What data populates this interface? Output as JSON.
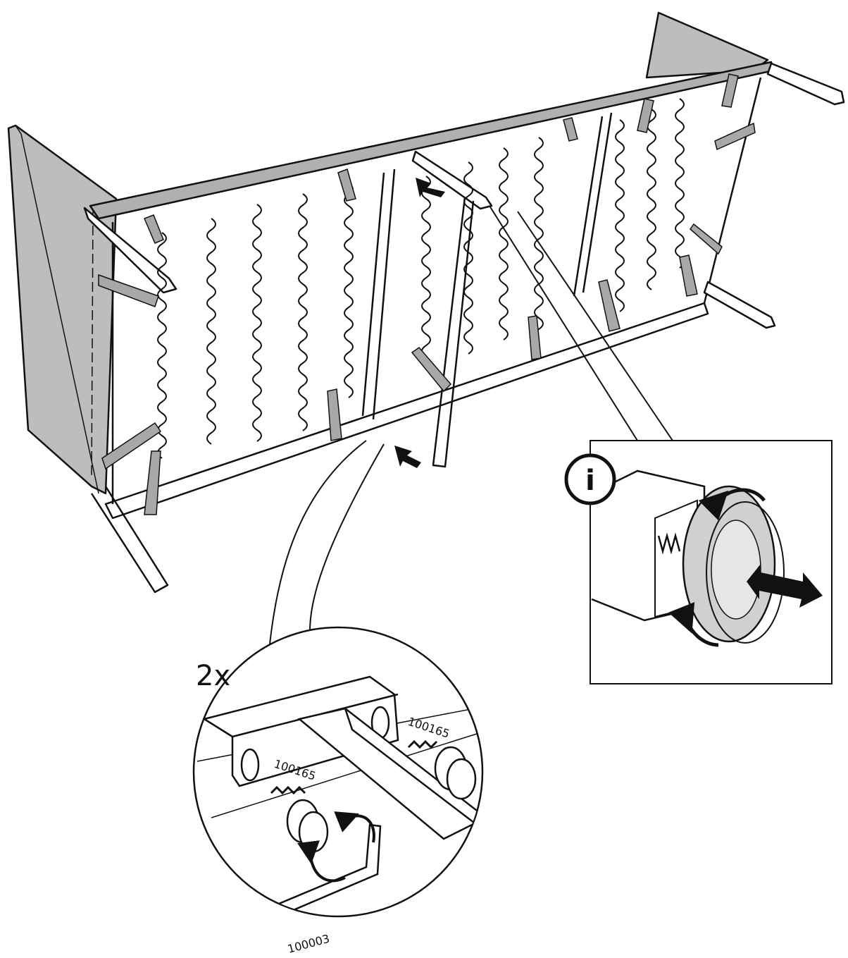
{
  "instruction": {
    "quantity_label": "2x",
    "parts": {
      "bolt_left": "100165",
      "bolt_right": "100165",
      "allen_key": "100003"
    },
    "info_symbol": "i"
  },
  "colors": {
    "stroke": "#111111",
    "panel_gray": "#b9b9b9",
    "strap_gray": "#a8a8a8",
    "glide_gray": "#d0d0d0",
    "bg": "#ffffff"
  },
  "icons": {
    "info": "info-circle-icon",
    "arrow_push": "insert-arrow-icon",
    "rotate": "rotate-arrow-icon",
    "adjust": "double-arrow-icon"
  }
}
